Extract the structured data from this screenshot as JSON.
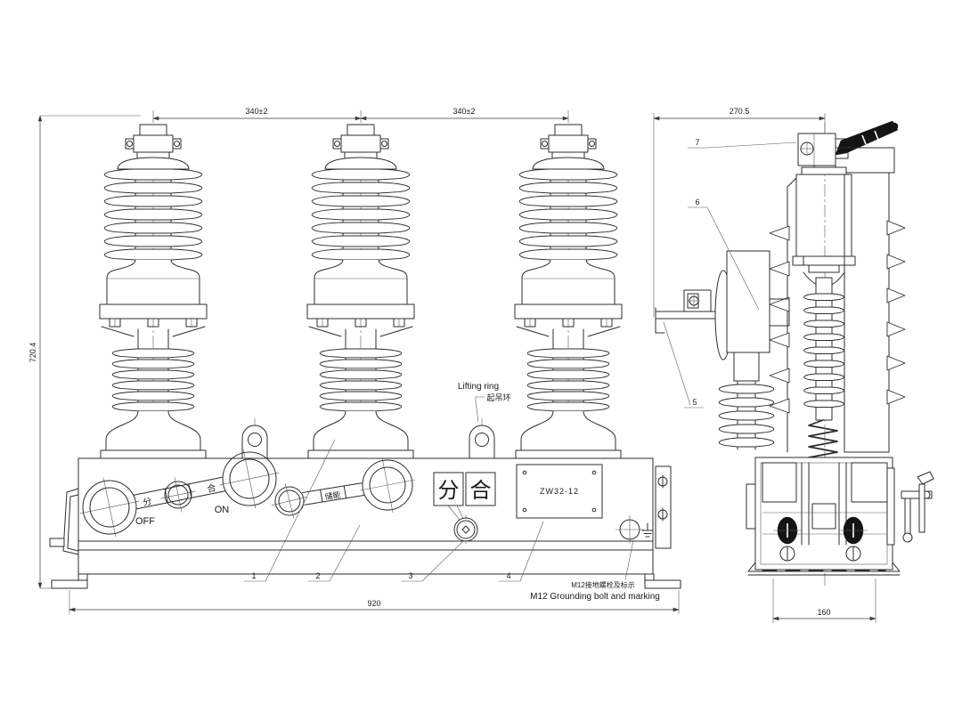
{
  "drawing": {
    "type": "engineering-drawing",
    "product_model": "ZW32-12",
    "views": [
      "front-view",
      "side-section-view"
    ]
  },
  "colors": {
    "background": "#ffffff",
    "line": "#2d2d2d",
    "dim_line": "#3c3c3c"
  },
  "dimensions": {
    "phase_spacing_left": "340±2",
    "phase_spacing_right": "340±2",
    "overall_height": "720.4",
    "overall_width": "920",
    "side_depth": "270.5",
    "base_width": "160"
  },
  "labels": {
    "lifting_ring_en": "Lifting ring",
    "lifting_ring_zh": "起吊环",
    "off": "OFF",
    "on": "ON",
    "lever_open": "分",
    "lever_close": "合",
    "energy_storage": "储能",
    "indicator_open": "分",
    "indicator_close": "合",
    "nameplate_model": "ZW32-12",
    "grounding_zh": "M12接地螺栓及标示",
    "grounding_en": "M12 Grounding bolt and marking"
  },
  "callouts": {
    "c1": "1",
    "c2": "2",
    "c3": "3",
    "c4": "4",
    "c5": "5",
    "c6": "6",
    "c7": "7"
  }
}
